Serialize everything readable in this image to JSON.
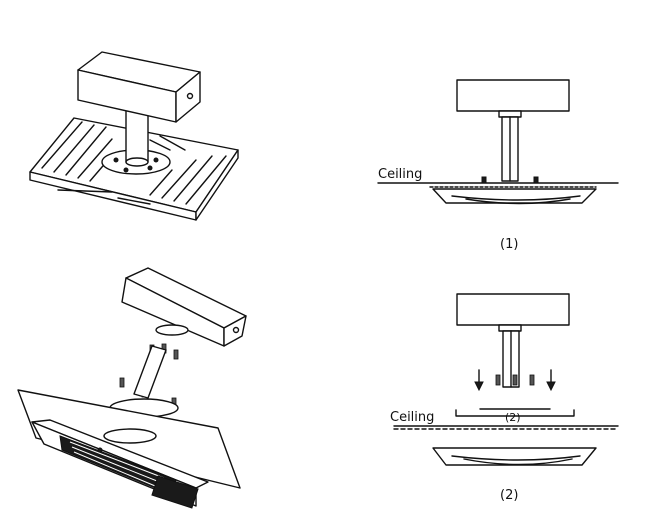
{
  "labels": {
    "ceiling_top": "Ceiling",
    "ceiling_bottom": "Ceiling",
    "step1": "(1)",
    "step2": "(2)",
    "step2_inline": "(2)"
  },
  "colors": {
    "line": "#111111",
    "fill": "#ffffff",
    "dark": "#1a1a1a"
  }
}
